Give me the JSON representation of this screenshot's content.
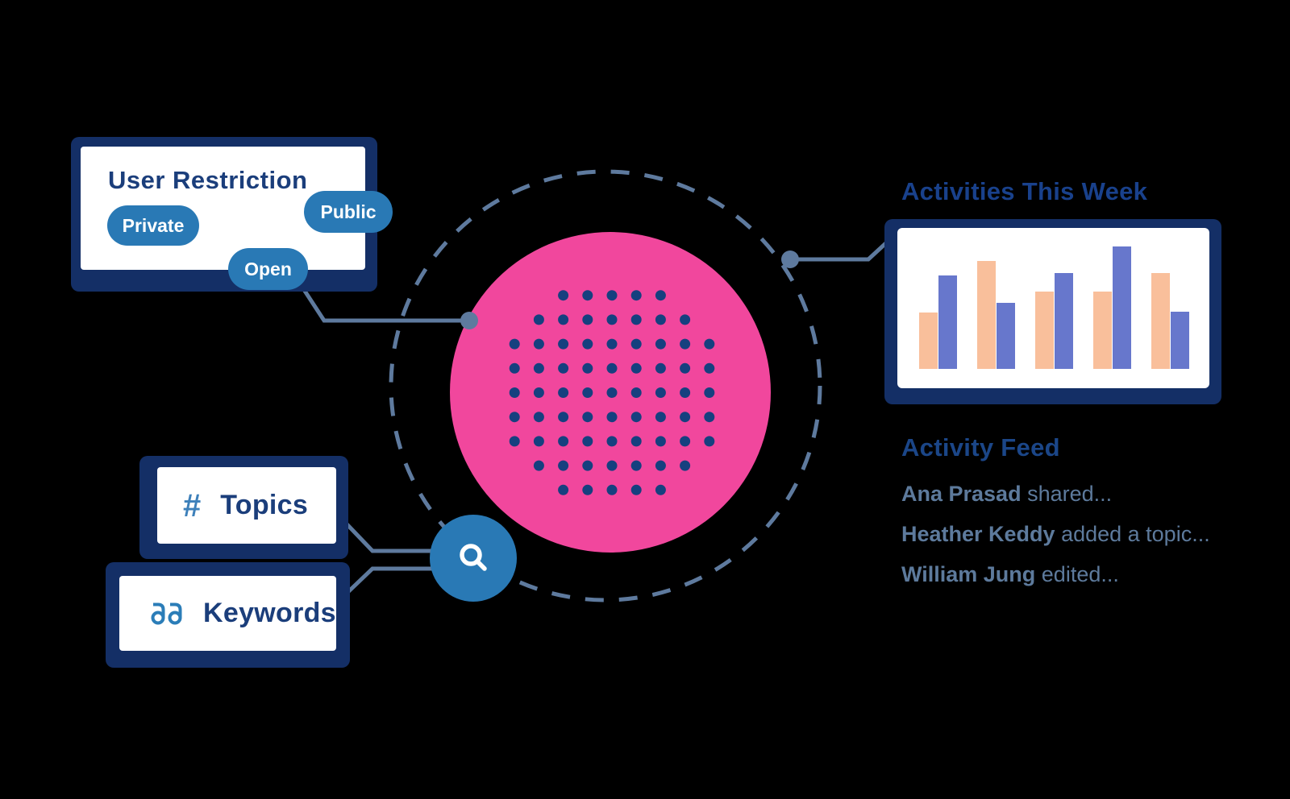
{
  "canvas": {
    "background": "#000000"
  },
  "colors": {
    "navy_heading": "#1b3e7b",
    "activities_heading": "#19418c",
    "feed_heading": "#1b4688",
    "feed_text": "#5d7a9c",
    "slate_line": "#5e7a9e",
    "pill_blue": "#2979b5",
    "pink": "#f1479d",
    "dot_navy": "#16407f",
    "card_shadow": "#142f66",
    "hash_icon_blue": "#3d80ba",
    "quote_icon_blue": "#2b7db8"
  },
  "user_restriction_card": {
    "title": "User Restriction",
    "pills": [
      {
        "label": "Private"
      },
      {
        "label": "Public"
      },
      {
        "label": "Open"
      }
    ]
  },
  "topics_card": {
    "icon": "hash-icon",
    "icon_glyph": "#",
    "label": "Topics"
  },
  "keywords_card": {
    "icon": "double-quote-icon",
    "label": "Keywords"
  },
  "search": {
    "icon": "search-icon"
  },
  "center_graphic": {
    "dot_rows": [
      5,
      7,
      9,
      9,
      9,
      9,
      9,
      7,
      5
    ]
  },
  "activities": {
    "title": "Activities This Week"
  },
  "chart_data": {
    "type": "bar",
    "title": "Activities This Week",
    "num_groups": 5,
    "series": [
      {
        "name": "series_1",
        "color": "#f9bf9b",
        "values": [
          46,
          88,
          63,
          63,
          78
        ]
      },
      {
        "name": "series_2",
        "color": "#6777cc",
        "values": [
          76,
          54,
          78,
          100,
          47
        ]
      }
    ],
    "ylim": [
      0,
      100
    ],
    "axes_visible": false,
    "legend_visible": false,
    "xlabel": "",
    "ylabel": ""
  },
  "activity_feed": {
    "title": "Activity Feed",
    "entries": [
      {
        "name": "Ana Prasad",
        "action": " shared..."
      },
      {
        "name": "Heather Keddy",
        "action": " added a topic..."
      },
      {
        "name": "William Jung",
        "action": " edited..."
      }
    ]
  }
}
